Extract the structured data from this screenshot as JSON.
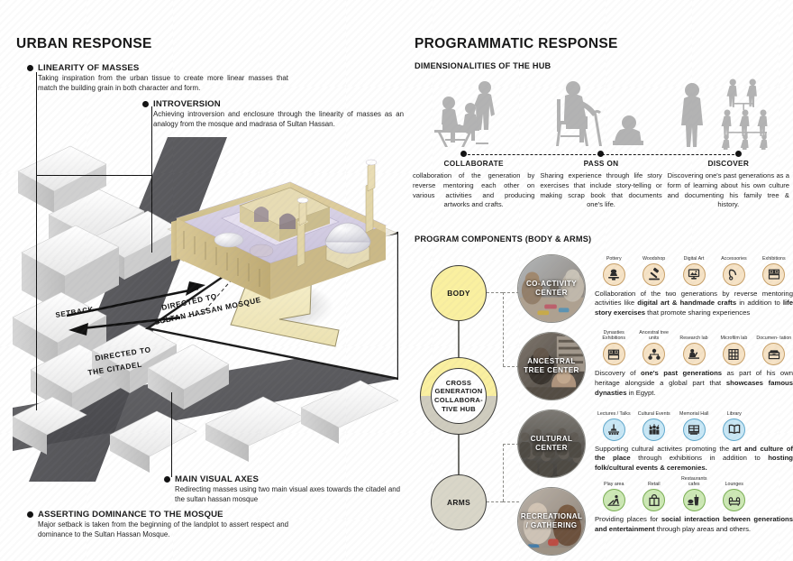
{
  "left": {
    "title": "URBAN RESPONSE",
    "notes": [
      {
        "id": "linearity",
        "title": "LINEARITY OF MASSES",
        "body": "Taking inspiration from the urban tissue to create more linear masses that match the building grain in both character and form."
      },
      {
        "id": "introversion",
        "title": "INTROVERSION",
        "body": "Achieving introversion and enclosure through the linearity of masses as an analogy from the mosque and madrasa of Sultan Hassan."
      },
      {
        "id": "main-visual-axes",
        "title": "MAIN VISUAL AXES",
        "body": "Redirecting masses using two main visual axes towards the citadel and the sultan hassan mosque"
      },
      {
        "id": "asserting-dominance",
        "title": "ASSERTING DOMINANCE TO THE MOSQUE",
        "body": "Major setback is taken from the beginning of the landplot to assert respect and dominance to the Sultan Hassan Mosque."
      }
    ],
    "plan_labels": {
      "setback": "SETBACK",
      "directed_mosque": "DIRECTED TO SULTAN HASSAN MOSQUE",
      "directed_citadel": "DIRECTED TO THE CITADEL"
    }
  },
  "right": {
    "title": "PROGRAMMATIC RESPONSE",
    "dimensionalities_heading": "DIMENSIONALITIES OF THE HUB",
    "program_heading": "PROGRAM COMPONENTS (BODY & ARMS)",
    "dimensionalities": [
      {
        "label": "COLLABORATE",
        "figure": "grandparent-children-table-icon",
        "text": "collaboration of the generation by reverse mentoring each other on various activities and producing artworks and crafts."
      },
      {
        "label": "PASS ON",
        "figure": "elder-with-cane-and-child-icon",
        "text": "Sharing experience through life story exercises that include story-telling or making scrap book that documents one's life."
      },
      {
        "label": "DISCOVER",
        "figure": "person-viewing-family-tree-icon",
        "text": "Discovering one's past generations as a form of learning about his own culture and documenting his family tree & history."
      }
    ],
    "diagram": {
      "body_label": "BODY",
      "arms_label": "ARMS",
      "hub_label": "CROSS GENERATION COLLABORA- TIVE HUB",
      "components": [
        {
          "label": "CO-ACTIVITY CENTER",
          "photo": "workshop-crafts-photo"
        },
        {
          "label": "ANCESTRAL TREE CENTER",
          "photo": "archive-research-photo"
        },
        {
          "label": "CULTURAL CENTER",
          "photo": "cultural-crowd-photo"
        },
        {
          "label": "RECREATIONAL / GATHERING",
          "photo": "children-playing-photo"
        }
      ]
    },
    "details": [
      {
        "id": "co-activity-center",
        "accent": "#F6E3C6",
        "stroke": "#C8A068",
        "icons": [
          {
            "caption": "Pottery",
            "glyph": "pottery-wheel-icon"
          },
          {
            "caption": "Woodshop",
            "glyph": "hammer-icon"
          },
          {
            "caption": "Digital Art",
            "glyph": "monitor-art-icon"
          },
          {
            "caption": "Accessories",
            "glyph": "necklace-icon"
          },
          {
            "caption": "Exhibitions",
            "glyph": "exhibition-panels-icon"
          }
        ],
        "text_runs": [
          {
            "t": "Collaboration of the two generations by reverse mentoring activities like ",
            "b": false
          },
          {
            "t": "digital art & handmade crafts",
            "b": true
          },
          {
            "t": " in addition to ",
            "b": false
          },
          {
            "t": "life story exercises",
            "b": true
          },
          {
            "t": " that promote sharing experiences",
            "b": false
          }
        ]
      },
      {
        "id": "ancestral-tree-center",
        "accent": "#F6E3C6",
        "stroke": "#C8A068",
        "icons": [
          {
            "caption": "Dynasties Exhibitions",
            "glyph": "exhibition-panels-icon"
          },
          {
            "caption": "Ancestral tree units",
            "glyph": "family-tree-icon"
          },
          {
            "caption": "Research lab",
            "glyph": "desk-study-icon"
          },
          {
            "caption": "Microfilm lab",
            "glyph": "film-reel-icon"
          },
          {
            "caption": "Documen- tation",
            "glyph": "archive-box-icon"
          }
        ],
        "text_runs": [
          {
            "t": "Discovery of ",
            "b": false
          },
          {
            "t": "one's past generations",
            "b": true
          },
          {
            "t": " as part of his own heritage alongside a global part that ",
            "b": false
          },
          {
            "t": "showcases famous dynasties",
            "b": true
          },
          {
            "t": " in Egypt.",
            "b": false
          }
        ]
      },
      {
        "id": "cultural-center",
        "accent": "#C9E7F5",
        "stroke": "#5FA8CC",
        "icons": [
          {
            "caption": "Lectures / Talks",
            "glyph": "lecture-hall-icon"
          },
          {
            "caption": "Cultural Events",
            "glyph": "celebration-people-icon"
          },
          {
            "caption": "Memorial Hall",
            "glyph": "memorial-hall-icon"
          },
          {
            "caption": "Library",
            "glyph": "open-book-icon"
          }
        ],
        "text_runs": [
          {
            "t": "Supporting cultural activites promoting the ",
            "b": false
          },
          {
            "t": "art and culture of the place",
            "b": true
          },
          {
            "t": " through exhibitions in addition to ",
            "b": false
          },
          {
            "t": "hosting folk/cultural events & ceremonies.",
            "b": true
          }
        ]
      },
      {
        "id": "recreational-gathering",
        "accent": "#CDE8B5",
        "stroke": "#79AE52",
        "icons": [
          {
            "caption": "Play area",
            "glyph": "slide-play-icon"
          },
          {
            "caption": "Retail",
            "glyph": "shopping-bag-icon"
          },
          {
            "caption": "Restaurants cafes",
            "glyph": "drink-meal-icon"
          },
          {
            "caption": "Lounges",
            "glyph": "sofa-icon"
          }
        ],
        "text_runs": [
          {
            "t": "Providing places for ",
            "b": false
          },
          {
            "t": "social interaction between generations and entertainment",
            "b": true
          },
          {
            "t": " through play areas and others.",
            "b": false
          }
        ]
      }
    ]
  }
}
